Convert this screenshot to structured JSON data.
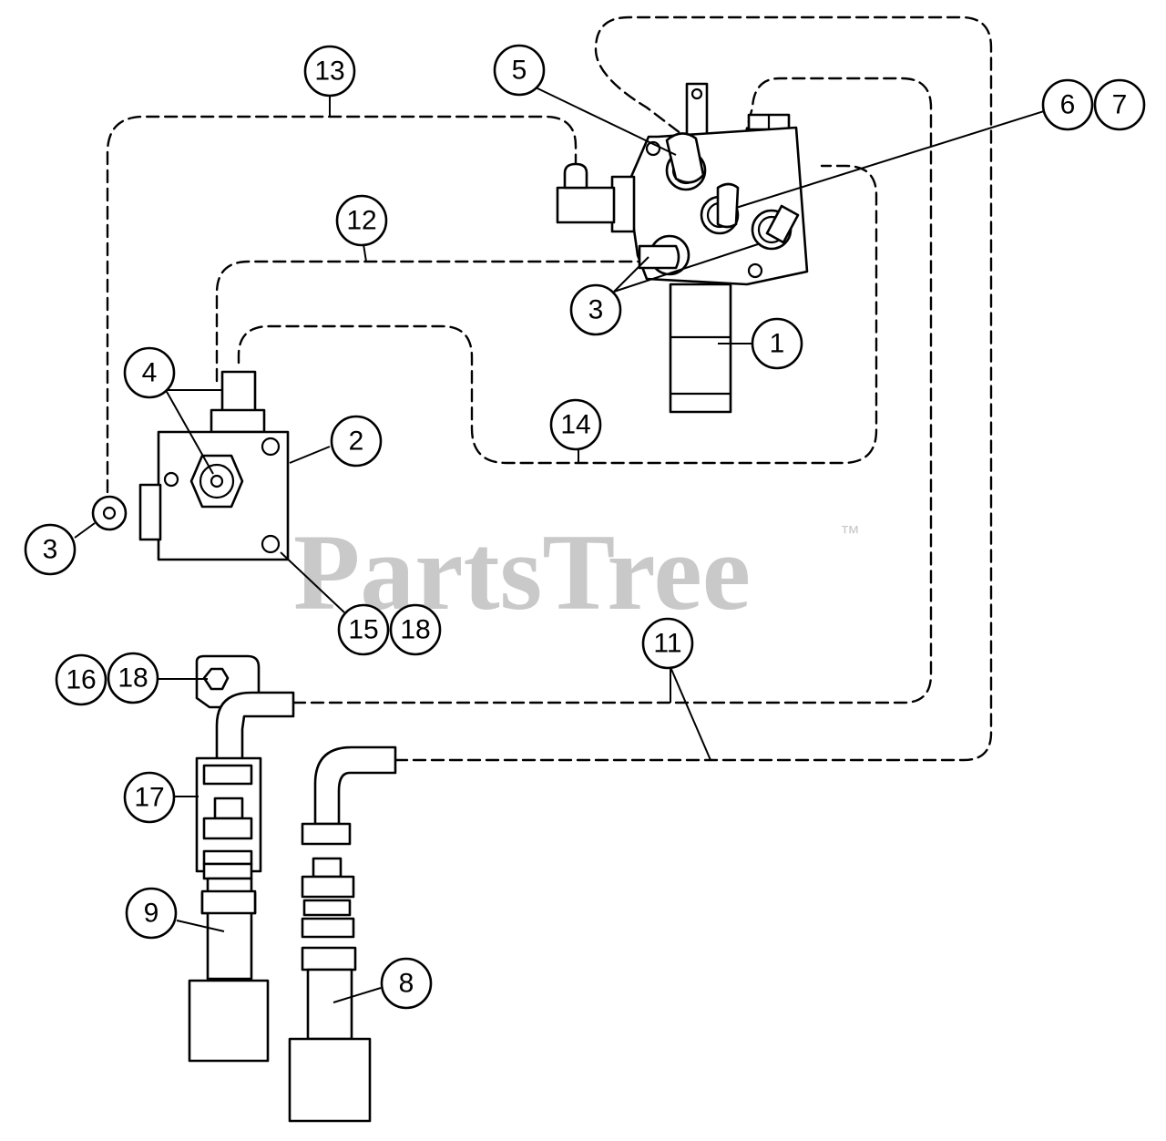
{
  "watermark": {
    "text": "PartsTree",
    "trademark": "™"
  },
  "callouts": {
    "c1": "1",
    "c2": "2",
    "c3a": "3",
    "c3b": "3",
    "c4": "4",
    "c5": "5",
    "c6": "6",
    "c7": "7",
    "c8": "8",
    "c9": "9",
    "c11": "11",
    "c12": "12",
    "c13": "13",
    "c14": "14",
    "c15": "15",
    "c16": "16",
    "c17": "17",
    "c18a": "18",
    "c18b": "18"
  }
}
